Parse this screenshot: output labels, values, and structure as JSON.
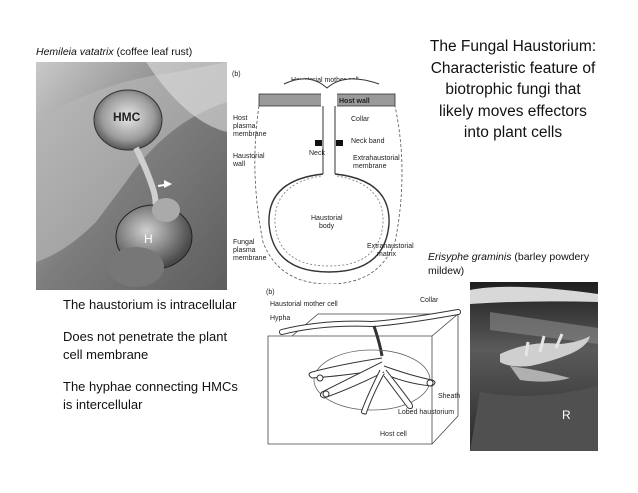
{
  "slide_title": "The Fungal Haustorium: Characteristic feature of biotrophic fungi that likely moves effectors into plant cells",
  "caption_top_left": {
    "species": "Hemileia vatatrix",
    "common": "(coffee leaf rust)"
  },
  "caption_right": {
    "species": "Erisyphe graminis",
    "common": "(barley powdery mildew)"
  },
  "bullets": [
    "The haustorium is intracellular",
    "Does not penetrate the plant cell membrane",
    "The hyphae connecting HMCs is intercellular"
  ],
  "sem_top": {
    "hmc_label": "HMC",
    "h_label": "H"
  },
  "diagram_b_top": {
    "panel_label": "(b)",
    "labels": {
      "haustorial_mother_cell": "Haustorial mother cell",
      "host_wall": "Host wall",
      "host_plasma_membrane": "Host plasma membrane",
      "collar": "Collar",
      "neck_band": "Neck band",
      "neck": "Neck",
      "haustorial_wall": "Haustorial wall",
      "extrahaustorial_membrane": "Extrahaustorial membrane",
      "haustorial_body": "Haustorial body",
      "fungal_plasma_membrane": "Fungal plasma membrane",
      "extrahaustorial_matrix": "Extrahaustorial matrix"
    }
  },
  "diagram_b_bottom": {
    "panel_label": "(b)",
    "labels": {
      "haustorial_mother_cell": "Haustorial mother cell",
      "collar": "Collar",
      "hypha": "Hypha",
      "sheath": "Sheath",
      "lobed_haustorium": "Lobed haustorium",
      "host_cell": "Host cell"
    }
  },
  "sem_bottom": {
    "r_label": "R"
  }
}
